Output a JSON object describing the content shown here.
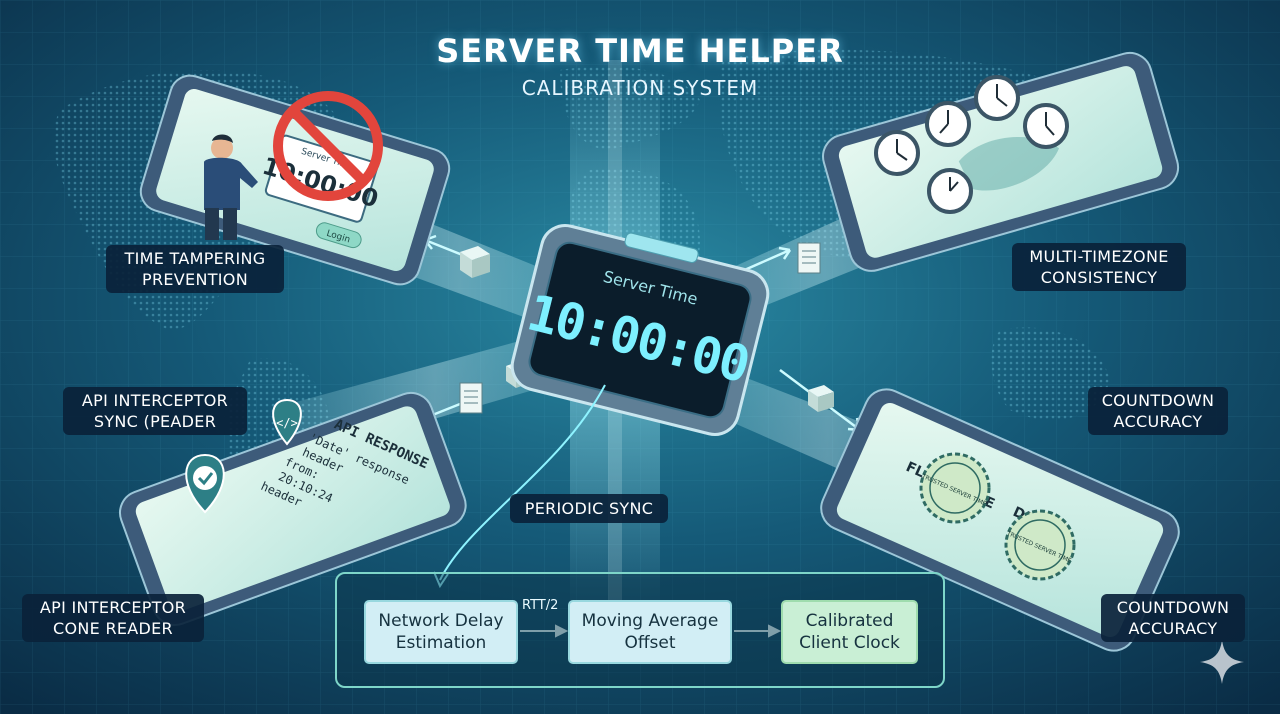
{
  "header": {
    "title": "SERVER TIME HELPER",
    "subtitle": "CALIBRATION SYSTEM"
  },
  "device": {
    "screen_label": "Server Time",
    "time": "10:00:00"
  },
  "phones": {
    "tampering": {
      "screen_title": "Server Time",
      "time": "10:00:00",
      "button": "Login"
    },
    "api": {
      "header": "API RESPONSE",
      "lines": [
        "'Date' response",
        "header",
        "from:",
        "20:10:24",
        "header"
      ]
    },
    "countdown": {
      "flash_sale": "FLASH SALE",
      "draw": "DRAW",
      "seal_text": "TRUSTED SERVER TIME"
    }
  },
  "labels": {
    "tampering": [
      "TIME TAMPERING",
      "PREVENTION"
    ],
    "timezone": [
      "MULTI-TIMEZONE",
      "CONSISTENCY"
    ],
    "api_sync": [
      "API INTERCEPTOR",
      "SYNC (PEADER"
    ],
    "countdown_upper": [
      "COUNTDOWN",
      "ACCURACY"
    ],
    "api_reader": [
      "API INTERCEPTOR",
      "CONE READER"
    ],
    "countdown_lower": [
      "COUNTDOWN",
      "ACCURACY"
    ],
    "periodic_sync": "PERIODIC SYNC"
  },
  "flow": {
    "delay": [
      "Network Delay",
      "Estimation"
    ],
    "rtt": "RTT/2",
    "average": [
      "Moving Average",
      "Offset"
    ],
    "calibrated": [
      "Calibrated",
      "Client Clock"
    ]
  },
  "colors": {
    "background": "#0e3d57",
    "accent": "#7fe0ff",
    "digit": "#7df0ff",
    "label_bg": "#0a223a",
    "flow_border": "#7ed6c9",
    "stamp_red": "#e2453c",
    "phone_body": "#3d5b7a",
    "screen": "#d2f0e6"
  },
  "icons": [
    "no-entry-icon",
    "clock-icon",
    "code-icon",
    "check-pin-icon",
    "document-icon",
    "package-icon",
    "sparkle-icon",
    "person-icon"
  ]
}
